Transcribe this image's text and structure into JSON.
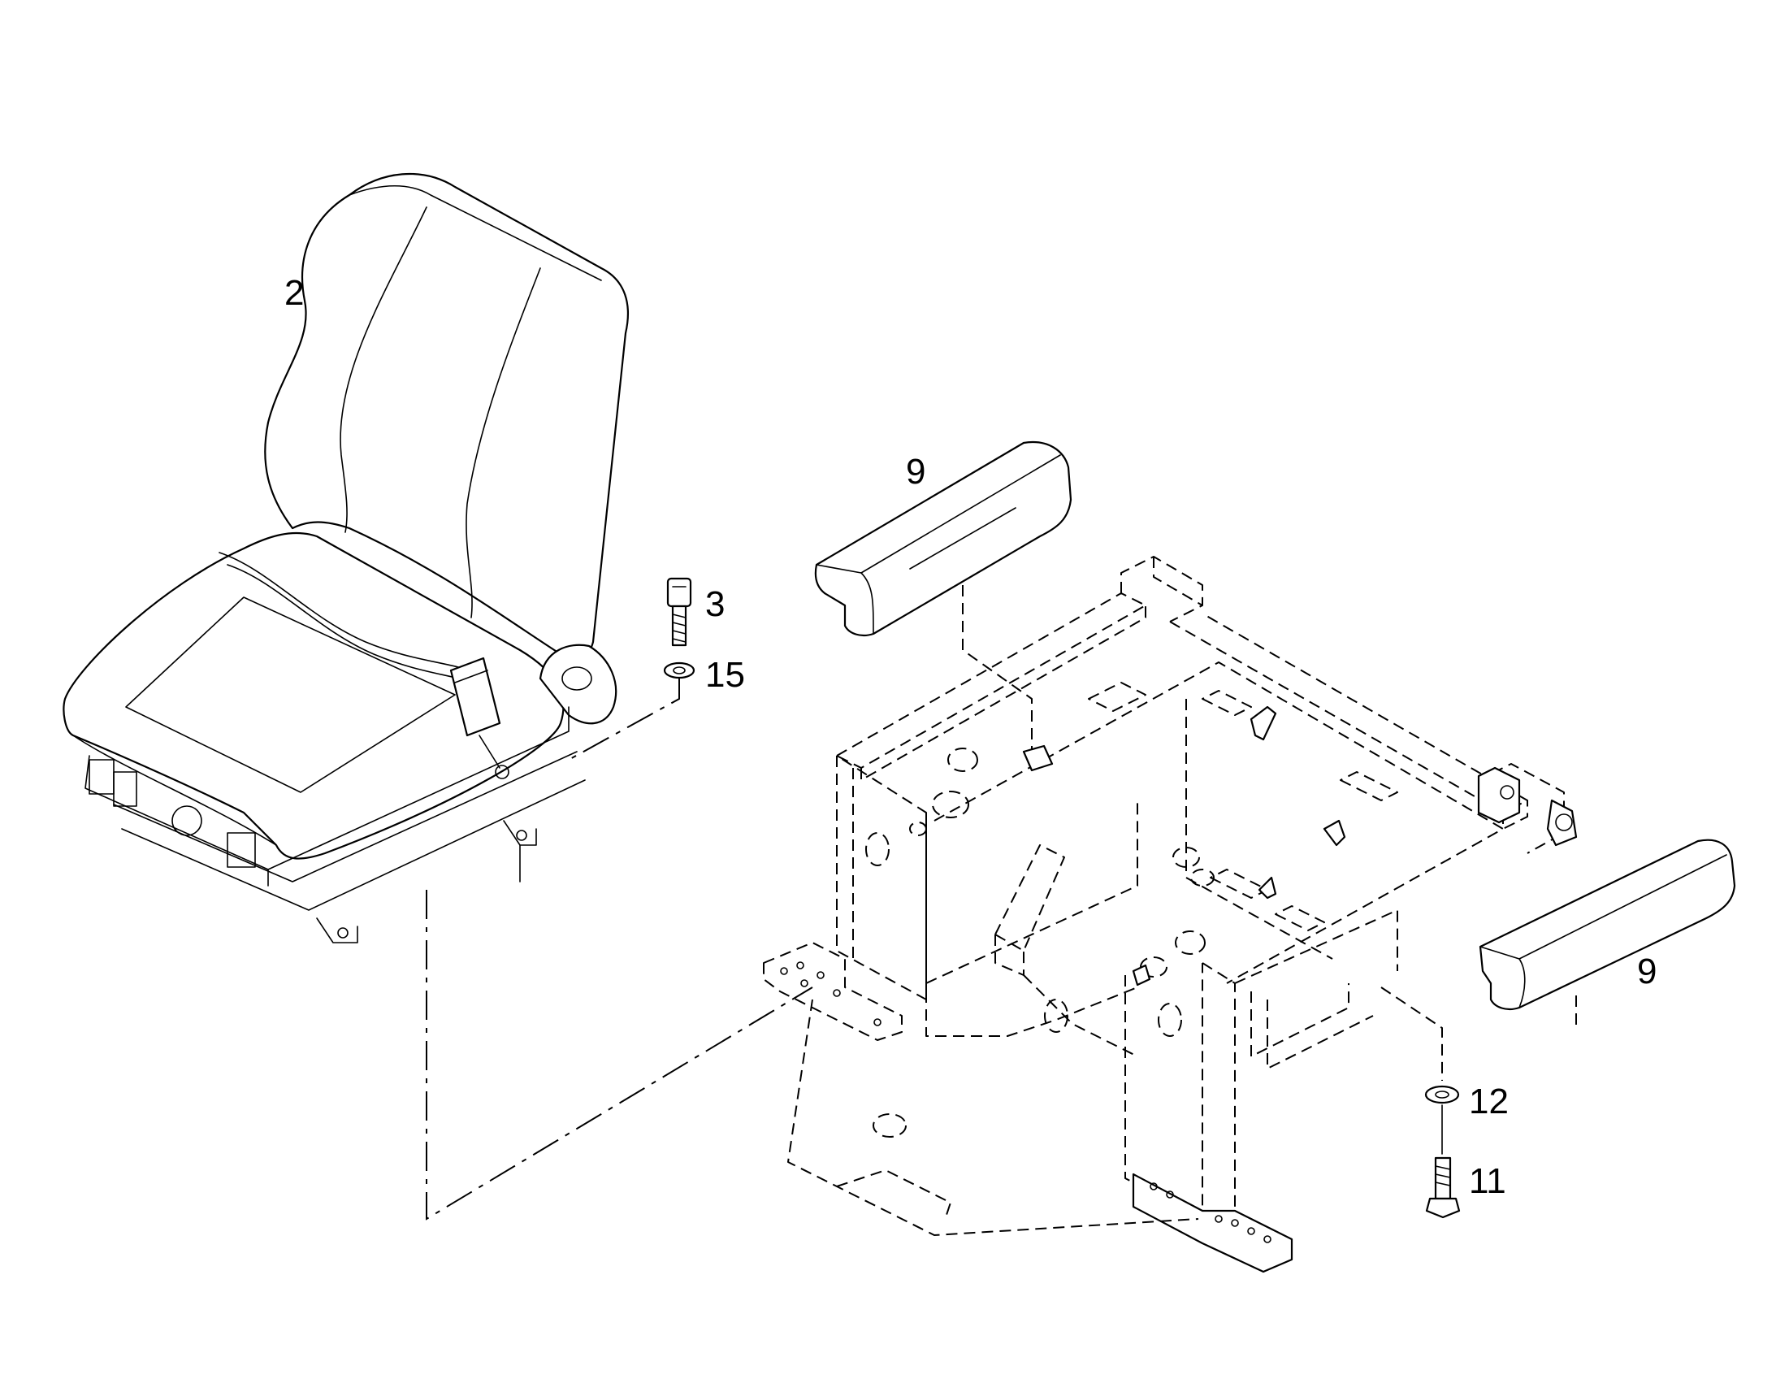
{
  "callouts": {
    "seat": "2",
    "screw": "3",
    "washer_top": "15",
    "armrest_left": "9",
    "armrest_right": "9",
    "washer_bottom": "12",
    "bolt": "11"
  }
}
